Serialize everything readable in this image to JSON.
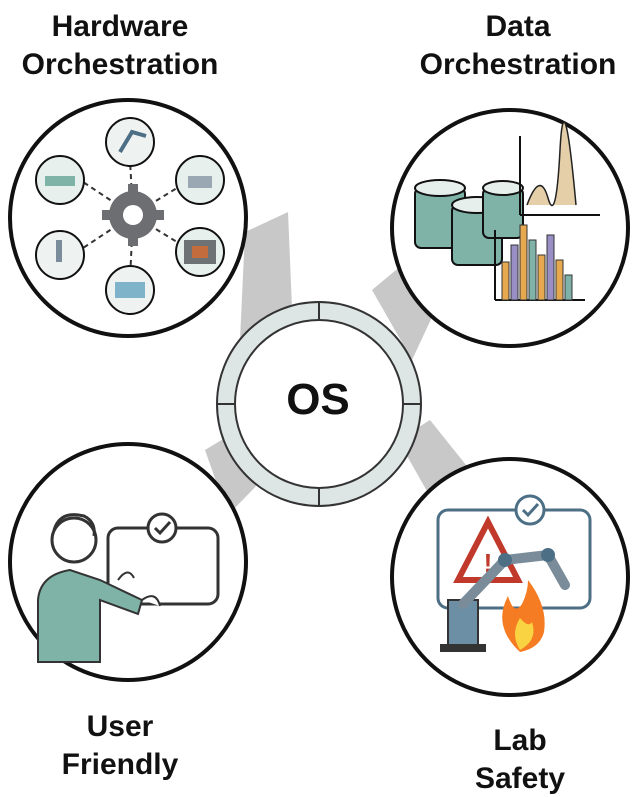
{
  "hub": {
    "label": "OS"
  },
  "nodes": {
    "hardware": {
      "line1": "Hardware",
      "line2": "Orchestration",
      "icon": "lab-equipment-gear-icon"
    },
    "data": {
      "line1": "Data",
      "line2": "Orchestration",
      "icon": "database-charts-icon"
    },
    "user": {
      "line1": "User",
      "line2": "Friendly",
      "icon": "user-touchscreen-icon"
    },
    "lab": {
      "line1": "Lab",
      "line2": "Safety",
      "icon": "robot-fire-warning-icon"
    }
  },
  "colors": {
    "connector": "#c8c8c8",
    "ring": "#dde6e4",
    "accent": "#7fb3a8",
    "outline": "#111111"
  }
}
